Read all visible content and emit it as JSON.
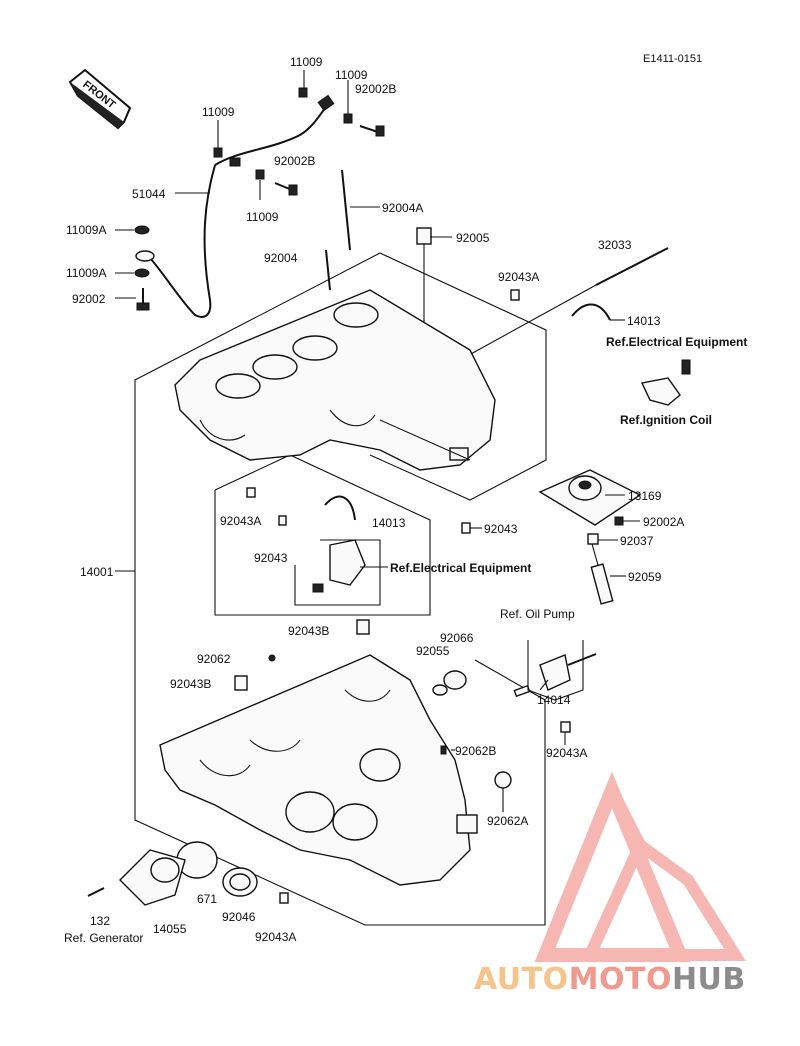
{
  "diagram": {
    "code": "E1411-0151",
    "front_label": "FRONT",
    "labels": {
      "l_11009_a": "11009",
      "l_11009_b": "11009",
      "l_92002b_a": "92002B",
      "l_11009_c": "11009",
      "l_92002b_b": "92002B",
      "l_51044": "51044",
      "l_11009_d": "11009",
      "l_92004a": "92004A",
      "l_11009a_a": "11009A",
      "l_92005": "92005",
      "l_32033": "32033",
      "l_92004": "92004",
      "l_11009a_b": "11009A",
      "l_92043a_a": "92043A",
      "l_92002": "92002",
      "l_14013_a": "14013",
      "l_ref_elec_a": "Ref.Electrical Equipment",
      "l_ref_ign": "Ref.Ignition Coil",
      "l_13169": "13169",
      "l_92043a_b": "92043A",
      "l_14013_b": "14013",
      "l_92002a": "92002A",
      "l_92043_a": "92043",
      "l_92043_b": "92043",
      "l_92037": "92037",
      "l_ref_elec_b": "Ref.Electrical Equipment",
      "l_14001": "14001",
      "l_92059": "92059",
      "l_ref_oil": "Ref. Oil Pump",
      "l_92043b_a": "92043B",
      "l_92066": "92066",
      "l_92062_a": "92062",
      "l_92055": "92055",
      "l_92043b_b": "92043B",
      "l_14014": "14014",
      "l_92062b": "92062B",
      "l_92043a_c": "92043A",
      "l_92062a": "92062A",
      "l_671": "671",
      "l_132": "132",
      "l_92046": "92046",
      "l_14055": "14055",
      "l_ref_gen": "Ref. Generator",
      "l_92043a_d": "92043A"
    },
    "watermark": {
      "part1": "AUTO",
      "part2": "MOTO",
      "part3": "HUB"
    }
  }
}
